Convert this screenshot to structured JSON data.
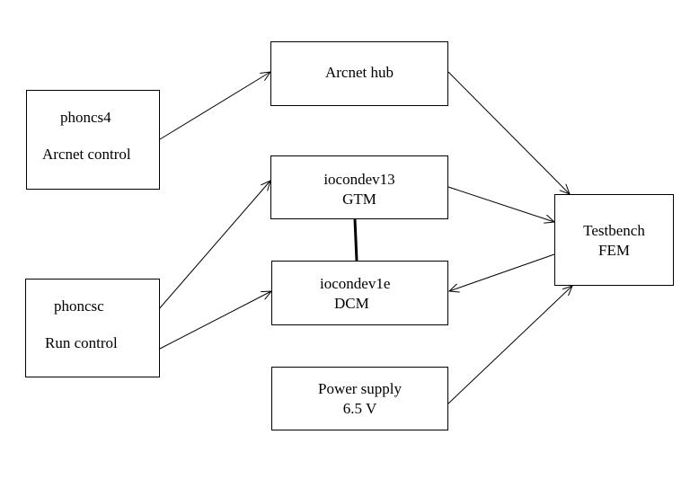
{
  "nodes": {
    "phoncs4": {
      "line1": "phoncs4",
      "line2": "Arcnet control"
    },
    "phoncsc": {
      "line1": "phoncsc",
      "line2": "Run control"
    },
    "arcnet_hub": {
      "line1": "Arcnet hub"
    },
    "iocondev13": {
      "line1": "iocondev13",
      "line2": "GTM"
    },
    "iocondev1e": {
      "line1": "iocondev1e",
      "line2": "DCM"
    },
    "power_supply": {
      "line1": "Power supply",
      "line2": "6.5 V"
    },
    "testbench": {
      "line1": "Testbench",
      "line2": "FEM"
    }
  },
  "edges": [
    {
      "from": "phoncs4",
      "to": "arcnet_hub",
      "style": "arrow"
    },
    {
      "from": "arcnet_hub",
      "to": "testbench",
      "style": "arrow"
    },
    {
      "from": "phoncsc",
      "to": "iocondev13",
      "style": "arrow"
    },
    {
      "from": "phoncsc",
      "to": "iocondev1e",
      "style": "arrow"
    },
    {
      "from": "iocondev13",
      "to": "testbench",
      "style": "arrow"
    },
    {
      "from": "testbench",
      "to": "iocondev1e",
      "style": "arrow"
    },
    {
      "from": "power_supply",
      "to": "testbench",
      "style": "arrow"
    },
    {
      "from": "iocondev13",
      "to": "iocondev1e",
      "style": "thick-line"
    }
  ],
  "colors": {
    "line": "#000000",
    "background": "#ffffff"
  }
}
